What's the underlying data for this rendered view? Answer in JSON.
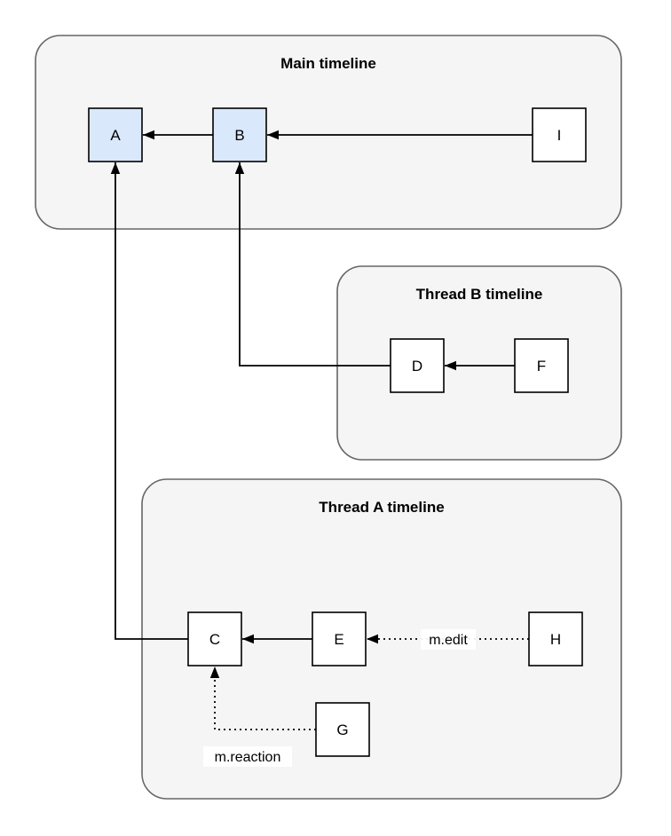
{
  "diagram": {
    "containers": [
      {
        "id": "main",
        "title": "Main timeline"
      },
      {
        "id": "thread-b",
        "title": "Thread B timeline"
      },
      {
        "id": "thread-a",
        "title": "Thread A timeline"
      }
    ],
    "nodes": [
      {
        "id": "A",
        "label": "A",
        "container": "main",
        "highlighted": true
      },
      {
        "id": "B",
        "label": "B",
        "container": "main",
        "highlighted": true
      },
      {
        "id": "I",
        "label": "I",
        "container": "main",
        "highlighted": false
      },
      {
        "id": "D",
        "label": "D",
        "container": "thread-b",
        "highlighted": false
      },
      {
        "id": "F",
        "label": "F",
        "container": "thread-b",
        "highlighted": false
      },
      {
        "id": "C",
        "label": "C",
        "container": "thread-a",
        "highlighted": false
      },
      {
        "id": "E",
        "label": "E",
        "container": "thread-a",
        "highlighted": false
      },
      {
        "id": "H",
        "label": "H",
        "container": "thread-a",
        "highlighted": false
      },
      {
        "id": "G",
        "label": "G",
        "container": "thread-a",
        "highlighted": false
      }
    ],
    "edges": [
      {
        "from": "B",
        "to": "A",
        "style": "solid",
        "label": ""
      },
      {
        "from": "I",
        "to": "B",
        "style": "solid",
        "label": ""
      },
      {
        "from": "F",
        "to": "D",
        "style": "solid",
        "label": ""
      },
      {
        "from": "D",
        "to": "B",
        "style": "solid",
        "label": ""
      },
      {
        "from": "E",
        "to": "C",
        "style": "solid",
        "label": ""
      },
      {
        "from": "H",
        "to": "E",
        "style": "dotted",
        "label": "m.edit"
      },
      {
        "from": "G",
        "to": "C",
        "style": "dotted",
        "label": "m.reaction"
      },
      {
        "from": "C",
        "to": "A",
        "style": "solid",
        "label": ""
      }
    ],
    "colors": {
      "container_fill": "#f5f5f5",
      "container_border": "#666666",
      "node_fill": "#ffffff",
      "node_highlight_fill": "#dae8fc",
      "node_border": "#000000",
      "arrow": "#000000"
    }
  }
}
